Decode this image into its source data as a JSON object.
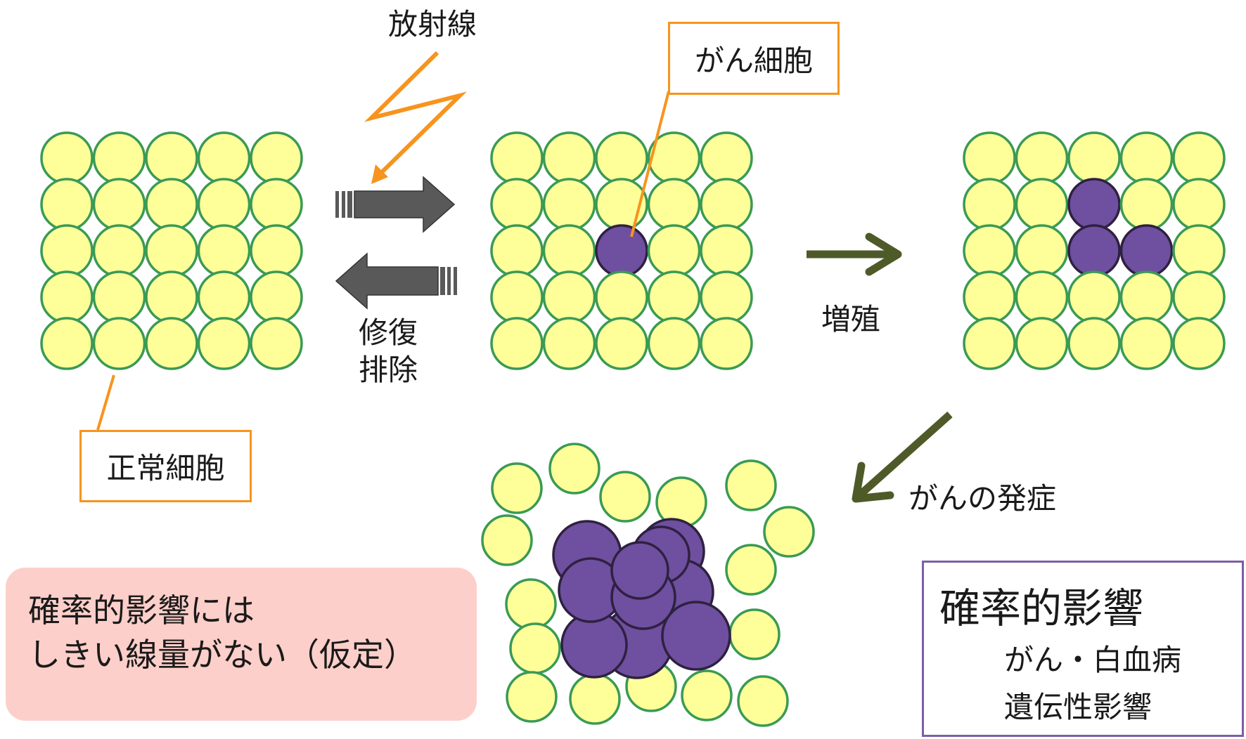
{
  "labels": {
    "radiation": "放射線",
    "cancer_cell": "がん細胞",
    "normal_cell": "正常細胞",
    "repair_line1": "修復",
    "repair_line2": "排除",
    "proliferation": "増殖",
    "onset": "がんの発症"
  },
  "note": {
    "line1": "確率的影響には",
    "line2": "しきい線量がない（仮定）"
  },
  "summary": {
    "title": "確率的影響",
    "items": [
      "がん・白血病",
      "遺伝性影響"
    ]
  },
  "colors": {
    "normal_fill": "#ffff99",
    "normal_stroke": "#3a9a55",
    "cancer_fill": "#6f4fa0",
    "cancer_stroke": "#2e2140",
    "orange": "#f7941d",
    "gray_arrow": "#595959",
    "olive_arrow": "#4e5a28",
    "pink": "#fdcfca",
    "purple_border": "#7b5ea7"
  },
  "grids": [
    {
      "cancer_cells": []
    },
    {
      "cancer_cells": [
        [
          2,
          2
        ]
      ]
    },
    {
      "cancer_cells": [
        [
          1,
          2
        ],
        [
          2,
          2
        ],
        [
          2,
          3
        ]
      ]
    }
  ]
}
